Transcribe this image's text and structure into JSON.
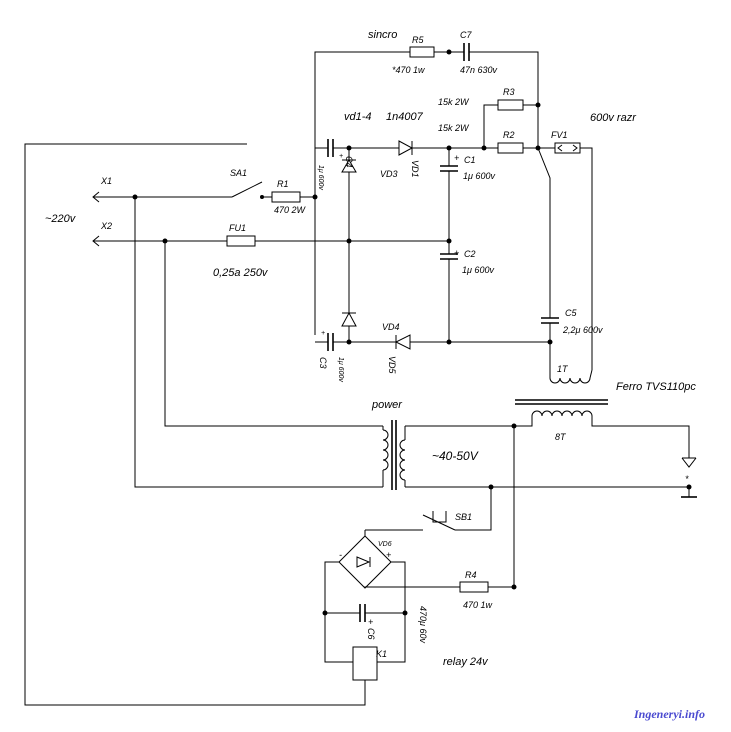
{
  "labels": {
    "sincro": "sincro",
    "r5": "R5",
    "r5_value": "*470 1w",
    "c7": "C7",
    "c7_value": "47n 630v",
    "vd1_4": "vd1-4",
    "diode_type": "1n4007",
    "r3_value": "15k 2W",
    "r3": "R3",
    "r2_value": "15k 2W",
    "r2": "R2",
    "fv1": "FV1",
    "fv1_value": "600v razr",
    "c4": "C4",
    "c4_value": "1μ 600v",
    "vd1": "VD1",
    "vd3": "VD3",
    "c1": "C1",
    "c1_value": "1μ 600v",
    "x1": "X1",
    "sa1": "SA1",
    "r1": "R1",
    "r1_value": "470 2W",
    "mains": "~220v",
    "x2": "X2",
    "fu1": "FU1",
    "fu1_value": "0,25a 250v",
    "c2": "C2",
    "c2_value": "1μ 600v",
    "c5": "C5",
    "c5_value": "2,2μ 600v",
    "vd4": "VD4",
    "c3": "C3",
    "c3_value": "1μ 600v",
    "vd5": "VD5",
    "t_primary": "1T",
    "ferro": "Ferro TVS110pc",
    "power": "power",
    "t_secondary": "8T",
    "ac_out": "~40-50V",
    "sb1": "SB1",
    "vd6": "VD6",
    "minus": "-",
    "plus": "+",
    "r4": "R4",
    "r4_value": "470 1w",
    "c6": "C6",
    "c6_value": "470μ 60v",
    "k1": "K1",
    "relay": "relay 24v",
    "star": "*",
    "watermark": "Ingeneryi.info"
  }
}
